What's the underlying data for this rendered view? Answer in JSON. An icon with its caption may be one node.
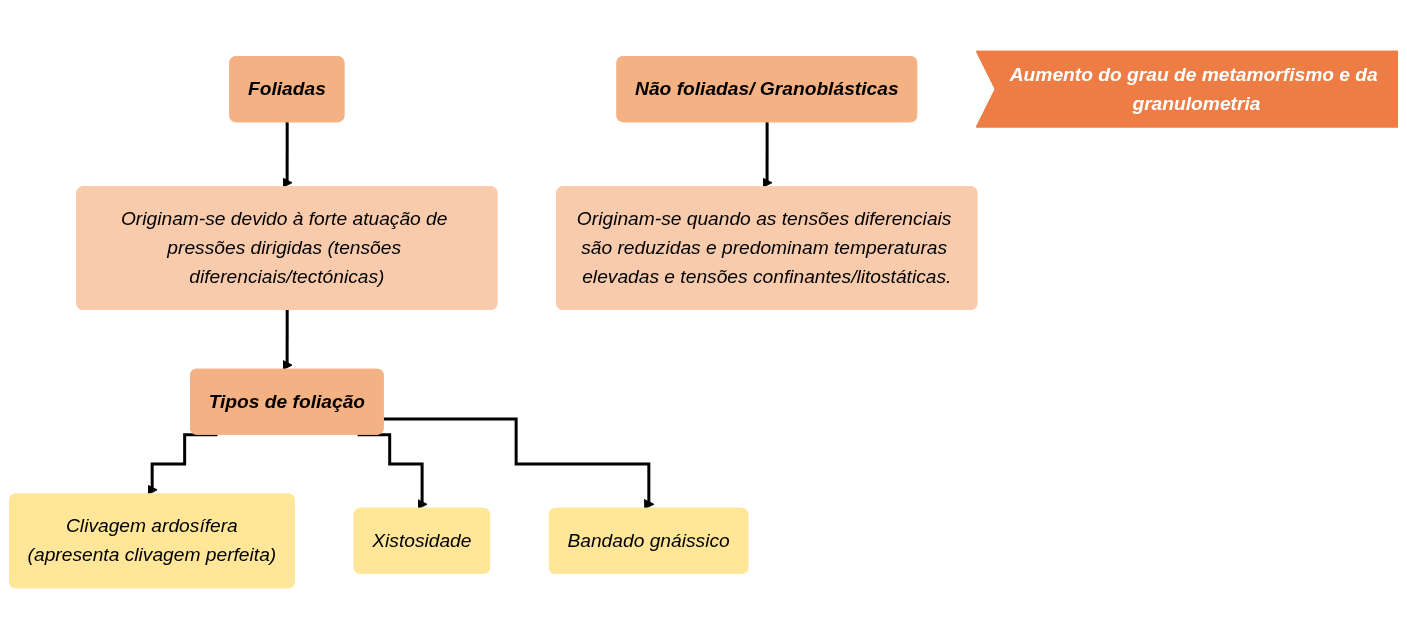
{
  "diagram": {
    "nodes": [
      {
        "text": [
          "Foliadas"
        ]
      },
      {
        "text": [
          "Originam-se devido à forte atuação de pressões dirigidas (tensões diferenciais/tectónicas)"
        ]
      },
      {
        "text": [
          "Tipos de foliação"
        ]
      },
      {
        "text": [
          "Clivagem ardosífera",
          "(apresenta clivagem perfeita)"
        ]
      },
      {
        "text": [
          "Xistosidade"
        ]
      },
      {
        "text": [
          "Bandado gnáissico"
        ]
      },
      {
        "text": [
          "Não foliadas/ Granoblásticas"
        ]
      },
      {
        "text": [
          "Originam-se quando as tensões diferenciais são reduzidas e predominam temperaturas elevadas e tensões confinantes/litostáticas."
        ]
      },
      {
        "text": [
          "Aumento do grau de metamorfismo e da granulometria"
        ]
      }
    ],
    "edges": [
      {
        "from": 0,
        "to": 1,
        "arrow": "to"
      },
      {
        "from": 1,
        "to": 2,
        "arrow": "to"
      },
      {
        "from": 2,
        "to": 3,
        "arrow": "to"
      },
      {
        "from": 2,
        "to": 4,
        "arrow": "to"
      },
      {
        "from": 2,
        "to": 5,
        "arrow": "to"
      },
      {
        "from": 6,
        "to": 7,
        "arrow": "to"
      }
    ]
  }
}
